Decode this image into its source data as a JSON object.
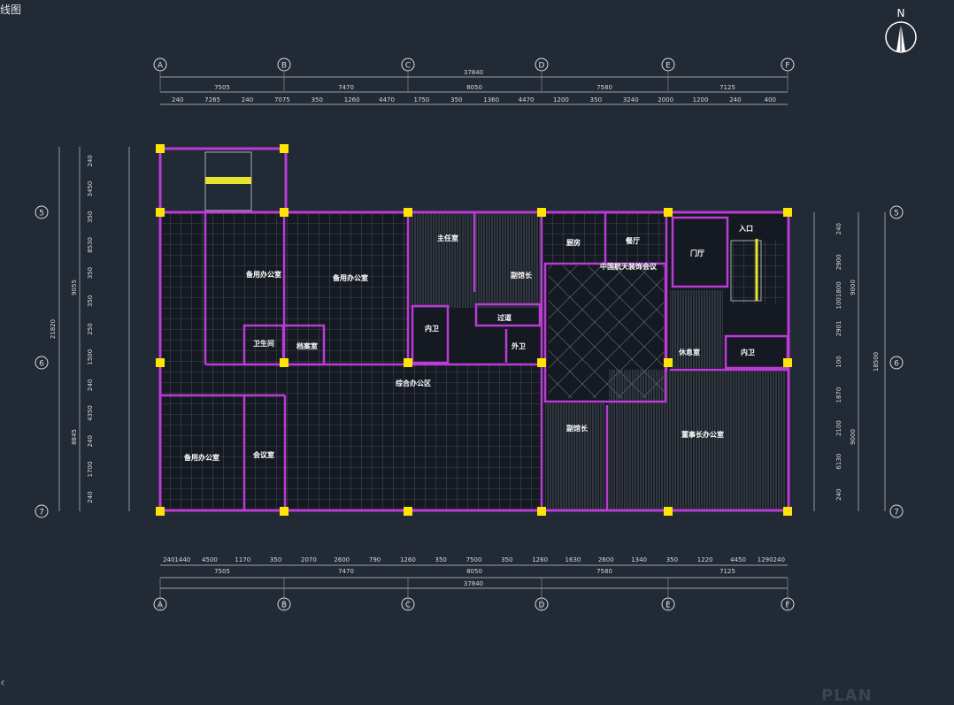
{
  "title": "线图",
  "north": "N",
  "watermark": "PLAN",
  "grid": {
    "columns": [
      "A",
      "B",
      "C",
      "D",
      "E",
      "F"
    ],
    "rows": [
      "5",
      "6",
      "7"
    ]
  },
  "dims": {
    "overall": "37840",
    "top_bays": [
      "7505",
      "7470",
      "8050",
      "7580",
      "7125"
    ],
    "top_detail": [
      "240",
      "7265",
      "240",
      "7075",
      "350",
      "1260",
      "4470",
      "1750",
      "350",
      "1360",
      "4470",
      "1200",
      "350",
      "3240",
      "2000",
      "1200",
      "240",
      "400"
    ],
    "bottom_detail": [
      "2401440",
      "4500",
      "1170",
      "350",
      "2070",
      "2600",
      "790",
      "1260",
      "350",
      "7500",
      "350",
      "1260",
      "1630",
      "2600",
      "1340",
      "350",
      "1220",
      "4450",
      "1290240"
    ],
    "bottom_bays": [
      "7505",
      "7470",
      "8050",
      "7580",
      "7125"
    ],
    "left_outer": "21820",
    "left_mid": [
      "9055",
      "8845"
    ],
    "left_inner": [
      "240",
      "3450",
      "350",
      "8530",
      "350",
      "350",
      "250",
      "1500",
      "240",
      "4350",
      "240",
      "1700",
      "240"
    ],
    "right_outer": "18500",
    "right_mid": [
      "9000",
      "9000"
    ],
    "right_inner": [
      "240",
      "2900",
      "1001800",
      "2901",
      "100",
      "1870",
      "2100",
      "6130",
      "240"
    ]
  },
  "rooms": {
    "r1": "备用办公室",
    "r2": "备用办公室",
    "r3": "卫生间",
    "r4": "档案室",
    "r5": "综合办公区",
    "r6": "备用办公室",
    "r7": "会议室",
    "r8": "主任室",
    "r9": "副馆长",
    "r10": "内卫",
    "r11": "过道",
    "r12": "外卫",
    "r13": "厨房",
    "r14": "餐厅",
    "r15": "中国航天装饰会议",
    "r16": "门厅",
    "r17": "入口",
    "r18": "休息室",
    "r19": "内卫",
    "r20": "副馆长",
    "r21": "董事长办公室"
  }
}
